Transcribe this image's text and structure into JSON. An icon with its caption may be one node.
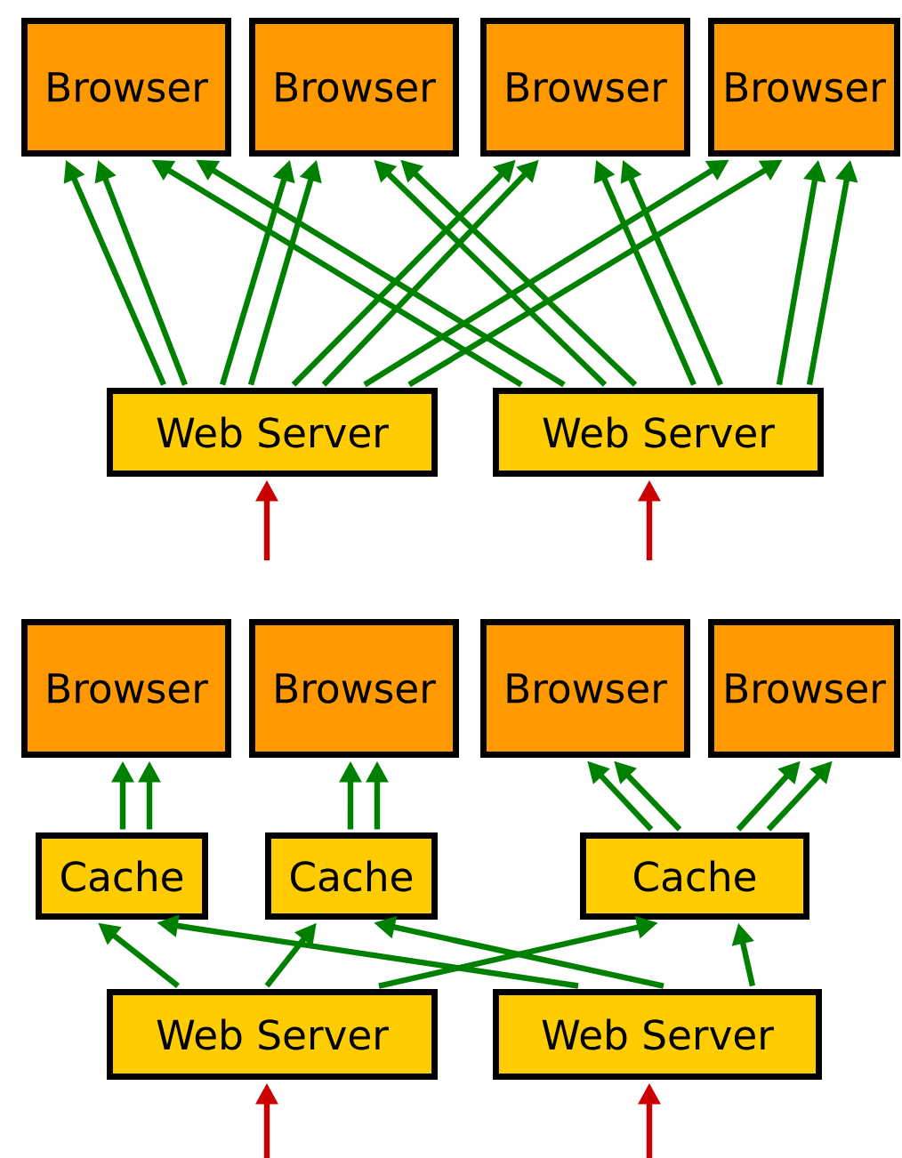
{
  "diagram": {
    "nodes": [
      {
        "text": [
          "Browser"
        ]
      },
      {
        "text": [
          "Browser"
        ]
      },
      {
        "text": [
          "Browser"
        ]
      },
      {
        "text": [
          "Browser"
        ]
      },
      {
        "text": [
          "Web Server"
        ]
      },
      {
        "text": [
          "Web Server"
        ]
      },
      {
        "text": [
          "Browser"
        ]
      },
      {
        "text": [
          "Browser"
        ]
      },
      {
        "text": [
          "Browser"
        ]
      },
      {
        "text": [
          "Browser"
        ]
      },
      {
        "text": [
          "Cache"
        ]
      },
      {
        "text": [
          "Cache"
        ]
      },
      {
        "text": [
          "Cache"
        ]
      },
      {
        "text": [
          "Web Server"
        ]
      },
      {
        "text": [
          "Web Server"
        ]
      }
    ],
    "edges": [
      {
        "from": 4,
        "to": 0,
        "arrow": "to"
      },
      {
        "from": 4,
        "to": 0,
        "arrow": "to"
      },
      {
        "from": 4,
        "to": 1,
        "arrow": "to"
      },
      {
        "from": 4,
        "to": 1,
        "arrow": "to"
      },
      {
        "from": 4,
        "to": 2,
        "arrow": "to"
      },
      {
        "from": 4,
        "to": 2,
        "arrow": "to"
      },
      {
        "from": 4,
        "to": 3,
        "arrow": "to"
      },
      {
        "from": 4,
        "to": 3,
        "arrow": "to"
      },
      {
        "from": 5,
        "to": 0,
        "arrow": "to"
      },
      {
        "from": 5,
        "to": 0,
        "arrow": "to"
      },
      {
        "from": 5,
        "to": 1,
        "arrow": "to"
      },
      {
        "from": 5,
        "to": 1,
        "arrow": "to"
      },
      {
        "from": 5,
        "to": 2,
        "arrow": "to"
      },
      {
        "from": 5,
        "to": 2,
        "arrow": "to"
      },
      {
        "from": 5,
        "to": 3,
        "arrow": "to"
      },
      {
        "from": 5,
        "to": 3,
        "arrow": "to"
      },
      {
        "from": null,
        "to": 4,
        "arrow": "to",
        "color": "#cc0000"
      },
      {
        "from": null,
        "to": 5,
        "arrow": "to",
        "color": "#cc0000"
      },
      {
        "from": 10,
        "to": 6,
        "arrow": "to"
      },
      {
        "from": 10,
        "to": 6,
        "arrow": "to"
      },
      {
        "from": 11,
        "to": 7,
        "arrow": "to"
      },
      {
        "from": 11,
        "to": 7,
        "arrow": "to"
      },
      {
        "from": 12,
        "to": 8,
        "arrow": "to"
      },
      {
        "from": 12,
        "to": 8,
        "arrow": "to"
      },
      {
        "from": 12,
        "to": 9,
        "arrow": "to"
      },
      {
        "from": 12,
        "to": 9,
        "arrow": "to"
      },
      {
        "from": 13,
        "to": 10,
        "arrow": "to"
      },
      {
        "from": 13,
        "to": 11,
        "arrow": "to"
      },
      {
        "from": 13,
        "to": 12,
        "arrow": "to"
      },
      {
        "from": 14,
        "to": 10,
        "arrow": "to"
      },
      {
        "from": 14,
        "to": 11,
        "arrow": "to"
      },
      {
        "from": 14,
        "to": 12,
        "arrow": "to"
      },
      {
        "from": null,
        "to": 13,
        "arrow": "to",
        "color": "#cc0000"
      },
      {
        "from": null,
        "to": 14,
        "arrow": "to",
        "color": "#cc0000"
      }
    ]
  }
}
